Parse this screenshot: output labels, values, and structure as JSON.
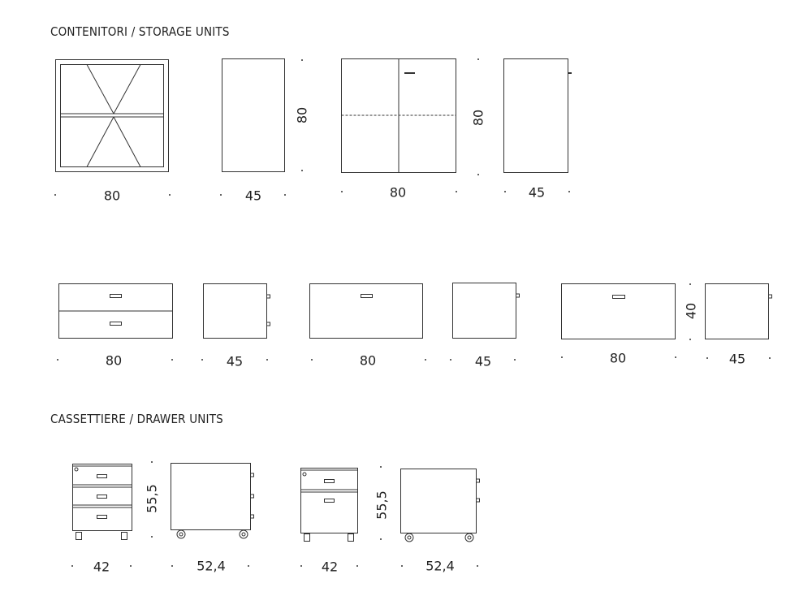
{
  "sections": {
    "storage_title": "CONTENITORI / STORAGE UNITS",
    "drawer_title": "CASSETTIERE / DRAWER UNITS"
  },
  "dims": {
    "d80": "80",
    "d45": "45",
    "d40": "40",
    "d42": "42",
    "d55_5": "55,5",
    "d52_4": "52,4"
  }
}
